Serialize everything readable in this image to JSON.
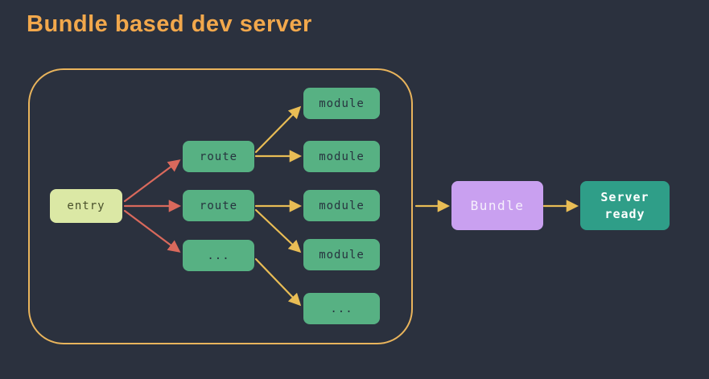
{
  "title": "Bundle based dev server",
  "colors": {
    "background": "#2b313e",
    "title": "#f2a84c",
    "box_border": "#e9b45c",
    "entry_bg": "#dbe8a5",
    "entry_text": "#49502b",
    "node_bg": "#57b183",
    "node_text": "#27343f",
    "red_arrow": "#d9695c",
    "yellow_arrow": "#e9bd55",
    "bundle_bg": "#c9a0f0",
    "bundle_text": "#f6f0fc",
    "server_bg": "#2f9e88",
    "server_text": "#ffffff"
  },
  "diagram": {
    "entry": {
      "label": "entry"
    },
    "routes": [
      {
        "label": "route"
      },
      {
        "label": "route"
      },
      {
        "label": "..."
      }
    ],
    "modules": [
      {
        "label": "module"
      },
      {
        "label": "module"
      },
      {
        "label": "module"
      },
      {
        "label": "module"
      },
      {
        "label": "..."
      }
    ],
    "bundle": {
      "label": "Bundle"
    },
    "server": {
      "label": "Server ready"
    }
  }
}
